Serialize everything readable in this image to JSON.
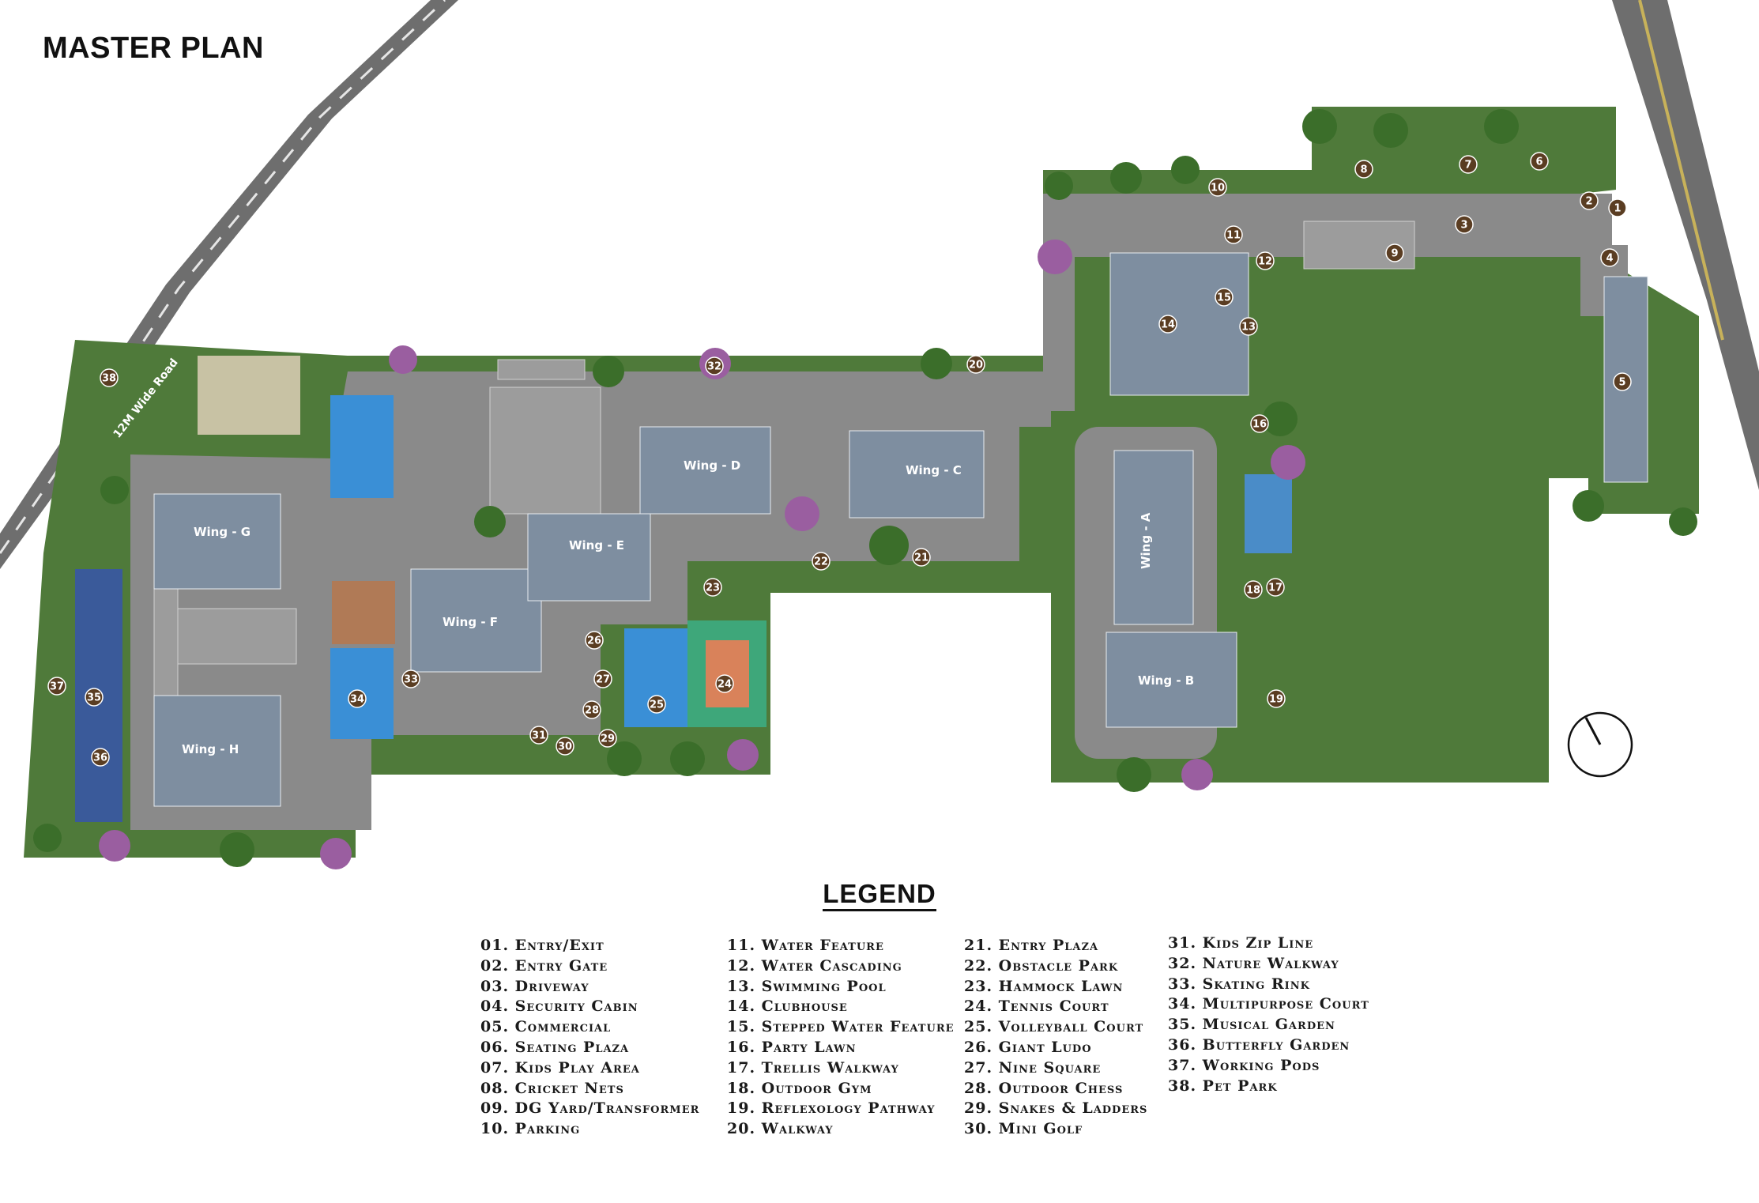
{
  "title": "MASTER PLAN",
  "road_label": "12M Wide Road",
  "wings": [
    {
      "id": "A",
      "label": "Wing - A"
    },
    {
      "id": "B",
      "label": "Wing - B"
    },
    {
      "id": "C",
      "label": "Wing - C"
    },
    {
      "id": "D",
      "label": "Wing - D"
    },
    {
      "id": "E",
      "label": "Wing - E"
    },
    {
      "id": "F",
      "label": "Wing - F"
    },
    {
      "id": "G",
      "label": "Wing - G"
    },
    {
      "id": "H",
      "label": "Wing - H"
    }
  ],
  "markers": [
    "1",
    "2",
    "3",
    "4",
    "5",
    "6",
    "7",
    "8",
    "9",
    "10",
    "11",
    "12",
    "13",
    "14",
    "15",
    "16",
    "17",
    "18",
    "19",
    "20",
    "21",
    "22",
    "23",
    "24",
    "25",
    "26",
    "27",
    "28",
    "29",
    "30",
    "31",
    "32",
    "33",
    "34",
    "35",
    "36",
    "37",
    "38"
  ],
  "legend": {
    "title": "LEGEND",
    "columns": [
      [
        "01. Entry/Exit",
        "02. Entry Gate",
        "03. Driveway",
        "04. Security Cabin",
        "05. Commercial",
        "06. Seating Plaza",
        "07. Kids Play Area",
        "08. Cricket Nets",
        "09. DG Yard/Transformer",
        "10. Parking"
      ],
      [
        "11. Water Feature",
        "12. Water Cascading",
        "13. Swimming Pool",
        "14. Clubhouse",
        "15. Stepped Water Feature",
        "16. Party Lawn",
        "17. Trellis Walkway",
        "18. Outdoor Gym",
        "19. Reflexology Pathway",
        "20. Walkway"
      ],
      [
        "21. Entry Plaza",
        "22. Obstacle Park",
        "23. Hammock Lawn",
        "24. Tennis Court",
        "25. Volleyball Court",
        "26. Giant Ludo",
        "27. Nine Square",
        "28. Outdoor Chess",
        "29. Snakes & Ladders",
        "30. Mini Golf"
      ],
      [
        "31. Kids Zip Line",
        "32. Nature Walkway",
        "33. Skating Rink",
        "34. Multipurpose Court",
        "35. Musical Garden",
        "36. Butterfly Garden",
        "37. Working Pods",
        "38. Pet Park"
      ]
    ]
  },
  "colors": {
    "lawn": "#4f7a3a",
    "paving": "#8a8a8a",
    "road": "#6e6e6e",
    "building": "#7e8ea0",
    "marker": "#5a3d22",
    "tennis": "#d9825a",
    "tennis_surround": "#3ea77a",
    "volleyball": "#3a8fd6",
    "tree": "#3b6e2a",
    "tree_flowering": "#9a5ea0"
  }
}
